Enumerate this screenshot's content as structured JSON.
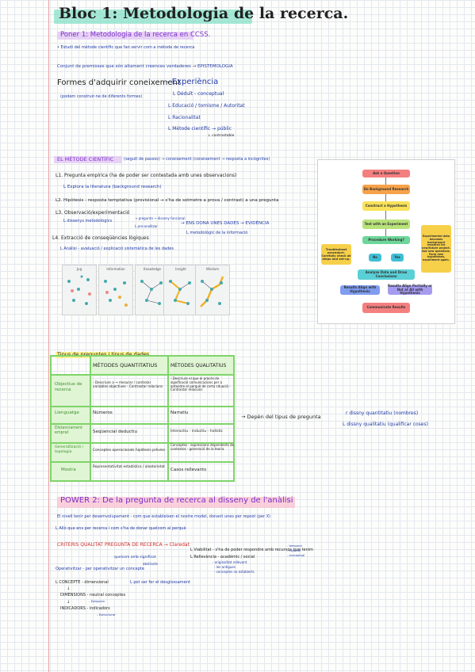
{
  "title": "Bloc 1: Metodologia de la recerca.",
  "section1": {
    "heading": "Poner 1: Metodologia de la recerca en CCSS.",
    "bullet": "• Estudi del mètode científic que fan servir com a mètode de recerca",
    "definition": "Conjunt de premisses que són altament creences verdaderes → EPISTEMOLOGIA",
    "formes_label": "Formes d'adquirir coneixement",
    "formes_item1": "- Experiència",
    "formes_note": "(podem construir-ne de diferents formes)",
    "formes_sub": [
      "L Déduït - conceptual",
      "L Educació / tomisme / Autoritat",
      "L Racionalitat",
      "L Mètode científic → públic",
      "↓ contrastable"
    ]
  },
  "section2": {
    "heading": "EL MÈTODE CIENTÍFIC",
    "heading_note": "(seguit de passos) → coneixement (coneixement → resposta a incògnites)",
    "steps": [
      "L1. Pregunta empírica (ha de poder ser contestada amb unes observacions)",
      "L Explora la literatura (background research)",
      "L2. Hipòtesis - resposta temptativa (provisional → s'ha de sotmetre a prova / contrast) a una pregunta",
      "L3. Observació/experimentació",
      "L dissenys metodològics",
      "→ pregunta → disseny funcional",
      "L pre-analitzar",
      "→ ENS DONA UNES DADES → EVIDÈNCIA",
      "L metodològic de la informació",
      "L4. Extracció de conseqüències lògiques",
      "L Anàlisi - avaluació / explicació sistemàtica de les dades"
    ],
    "illustrations": [
      "Jug",
      "Information",
      "Knowledge",
      "Insight",
      "Wisdom"
    ]
  },
  "flowchart": {
    "boxes": [
      "Ask a Question",
      "Do Background Research",
      "Construct a Hypothesis",
      "Test with an Experiment",
      "Procedure Working?",
      "No",
      "Yes",
      "Analyze Data and Draw Conclusions",
      "Results Align with Hypothesis",
      "Results Align Partially or Not at All with Hypothesis",
      "Communicate Results"
    ],
    "left_note": "Troubleshoot procedure. Carefully check all steps and set-up.",
    "right_note": "Experimental data becomes background research for new/future project. Ask new questions. Form new hypotheses, experiment again."
  },
  "section3": {
    "heading": "Tipus de preguntes i tipus de dades",
    "table": {
      "headers": [
        "MÈTODES QUANTITATIUS",
        "MÈTODES QUALITATIUS"
      ],
      "rows": [
        {
          "label": "Objectius de recerca",
          "quant": "- Descriure a → mesurar / controlar variables objectives - Contrastar relacions",
          "qual": "- Descriure el que el procés de significació comunicacions per a entendre el perquè de certa situació - Contrastar relacions"
        },
        {
          "label": "Llenguatge",
          "quant": "Números",
          "qual": "Narratiu"
        },
        {
          "label": "Distanciament emprat",
          "quant": "Seqüencial deductiu",
          "qual": "Interactiu - inductiu - holístic"
        },
        {
          "label": "Generalització i topologia",
          "quant": "Conceptes operacionals hipòtesis prèvies",
          "qual": "Conceptes - expressions dependents de contextos - generació de la teoria"
        },
        {
          "label": "Mostra",
          "quant": "Representativitat estadística / aleatorietat",
          "qual": "Casos rellevants"
        }
      ]
    },
    "arrow_note": "→ Depèn del tipus de pregunta",
    "designs": [
      "r dissny quantitatiu (nombres)",
      "L dissny qualitatiu (qualificar coses)"
    ]
  },
  "section4": {
    "heading": "POWER 2: De la pregunta de recerca al disseny de l'anàlisi",
    "lines": [
      "El nivell tenir per desemvolupament - com que estableixen el nostre model, donant unes per repost (per X)",
      "L Allò que ens per recerca i com s'ha de donar quelcom al perquè",
      "CRITERIS QUALITAT PREGUNTA DE RECERCA → Claredat",
      "L Viabilitat - s'ha de poder respondre amb recursos que tenim",
      "L Rellevància - acadèmic / social",
      "- temporal",
      "- espacial",
      "- conceptual",
      "- originalitat rellevant",
      "- les antigues",
      "- conceptes no establerts",
      "quelcom amb significat",
      "abstracte",
      "Operativitzar - per operativitzar un concepte",
      "L pot ser fer el desglossament",
      "L CONCEPTE - dimensional",
      "↓",
      "DIMENSIONS - neutral conceptes",
      "- Estipulen",
      "↓",
      "INDICADORS - indicadors",
      "- Estructurar"
    ]
  },
  "colors": {
    "title_highlight": "#7fdfc5",
    "purple_highlight": "#e2c7f5",
    "yellow_highlight": "#fff27a",
    "pink_highlight": "#f9c0d2",
    "table_border": "#7fd46a",
    "ink_blue": "#1f3aa6",
    "ink_red": "#d22e2e"
  }
}
